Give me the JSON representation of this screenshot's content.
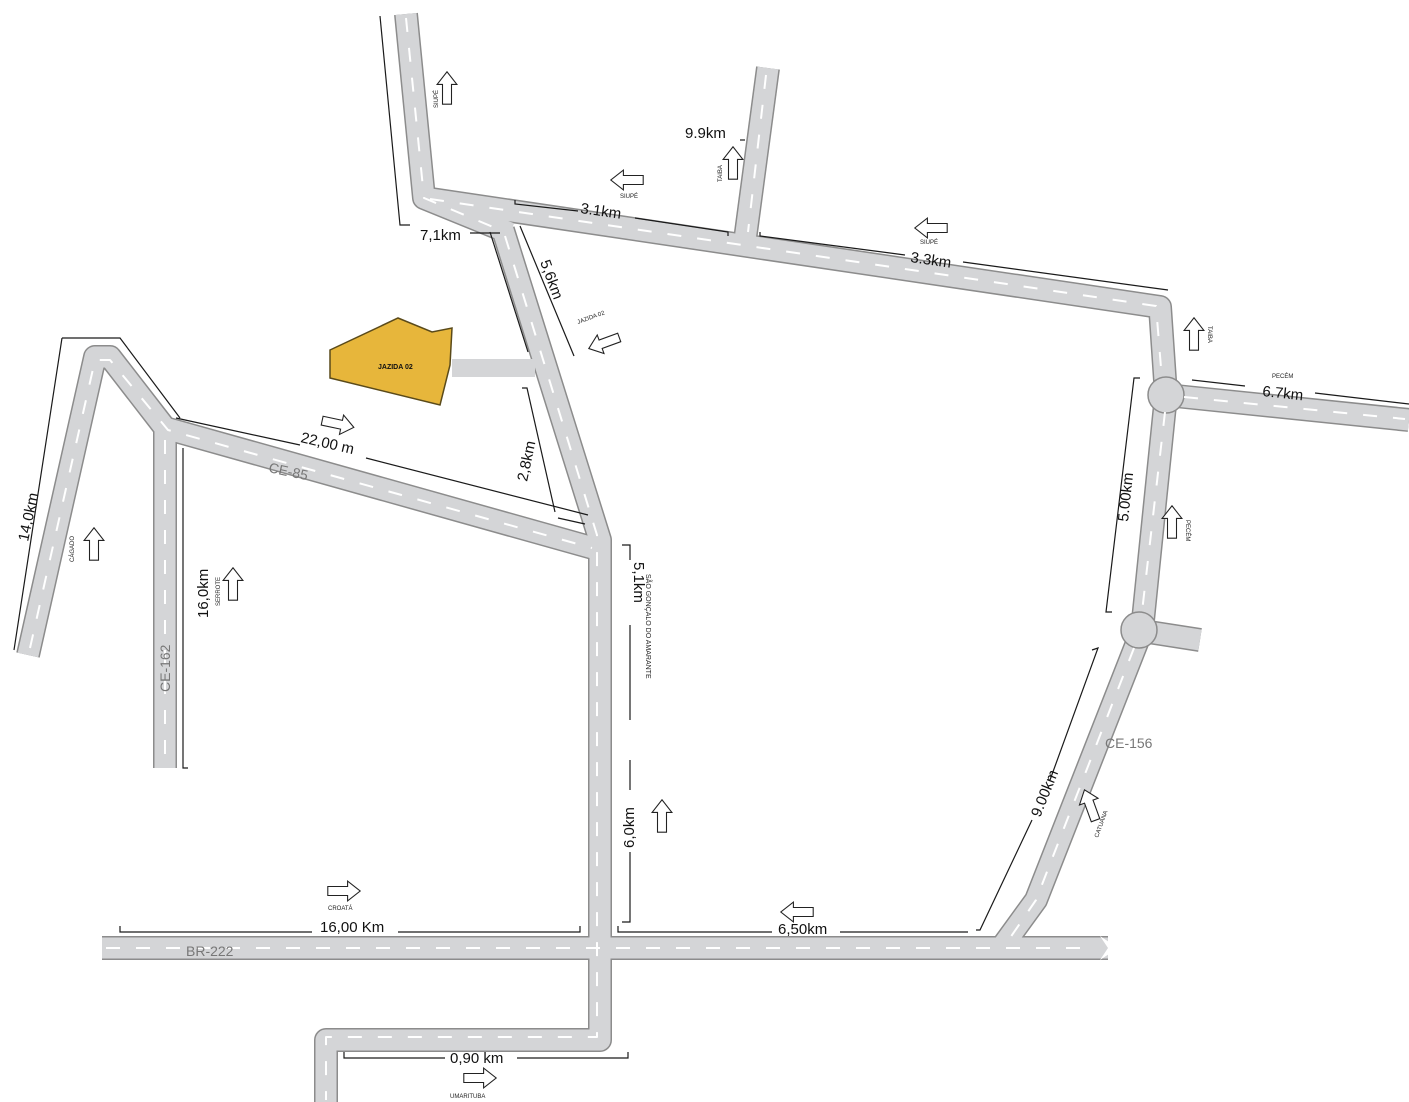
{
  "colors": {
    "road": "#d4d5d7",
    "road_outline": "#8c8c8c",
    "lane_marking": "#ffffff",
    "site_fill": "#e7b63b",
    "site_outline": "#5a4a1a"
  },
  "site": {
    "name": "JAZIDA 02"
  },
  "roads": {
    "br222": "BR-222",
    "ce85": "CE-85",
    "ce162": "CE-162",
    "ce156": "CE-156"
  },
  "distances": {
    "d_7_1": "7,1km",
    "d_3_1": "3.1km",
    "d_9_9": "9.9km",
    "d_3_3": "3.3km",
    "d_5_6": "5,6km",
    "d_2_8": "2,8km",
    "d_22": "22,00 m",
    "d_14": "14,0km",
    "d_16": "16,0km",
    "d_6_7": "6.7km",
    "d_5_00": "5.00km",
    "d_5_1": "5,1km",
    "d_6_0": "6,0km",
    "d_9_00": "9.00km",
    "d_16_00": "16,00 Km",
    "d_6_50": "6,50km",
    "d_0_90": "0,90 km"
  },
  "directions": {
    "siupe_top": "SIUPÉ",
    "siupe_1": "SIUPÉ",
    "siupe_2": "SIUPÉ",
    "taiba_1": "TAIBA",
    "taiba_2": "TAIBA",
    "pecem_1": "PECÉM",
    "pecem_2": "PECÉM",
    "jazida": "JAZIDA 02",
    "cagado": "CÁGADO",
    "serrote": "SERROTE",
    "sao_goncalo": "SÃO GONÇALO DO AMARANTE",
    "croata": "CROATÁ",
    "catuana": "CATUANA",
    "umarituba": "UMARITUBA"
  }
}
